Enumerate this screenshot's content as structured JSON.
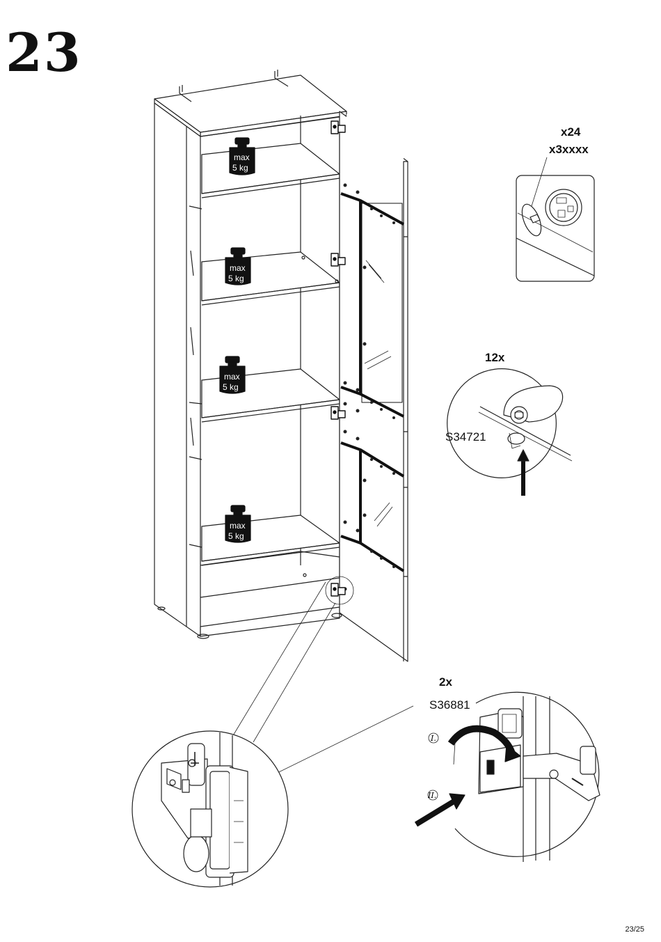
{
  "step": {
    "number": "23"
  },
  "weight_limits": [
    {
      "line1": "max",
      "line2": "5 kg"
    },
    {
      "line1": "max",
      "line2": "5 kg"
    },
    {
      "line1": "max",
      "line2": "5 kg"
    },
    {
      "line1": "max",
      "line2": "5 kg"
    }
  ],
  "callouts": {
    "caps": {
      "quantity": "x24",
      "code": "x3xxxx"
    },
    "shelf_support": {
      "quantity": "12x",
      "code": "S34721"
    },
    "hinge": {
      "quantity": "2x",
      "code": "S36881",
      "step_1": "I.",
      "step_2": "II."
    }
  },
  "footer": {
    "page": "23/25"
  }
}
